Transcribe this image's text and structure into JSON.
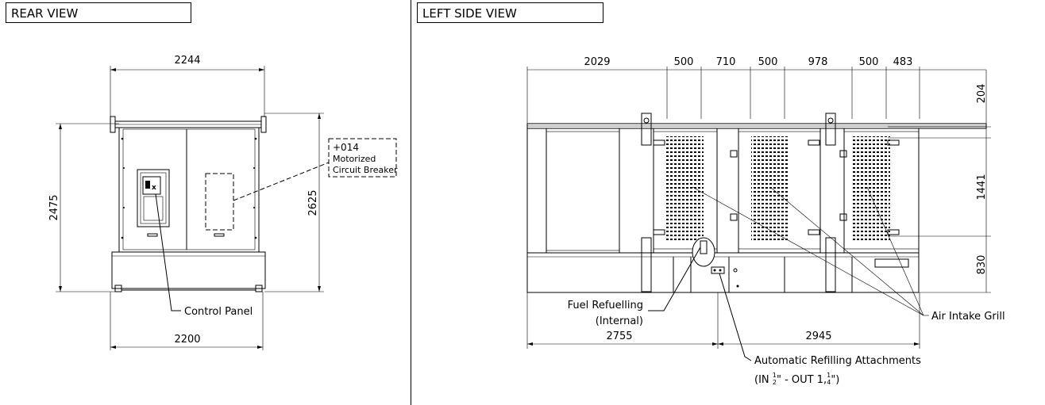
{
  "rear_view": {
    "title": "REAR VIEW",
    "dims": {
      "top_width": "2244",
      "bottom_width": "2200",
      "left_height": "2475",
      "right_height": "2625"
    },
    "callouts": {
      "breaker": {
        "code": "+014",
        "line1": "Motorized",
        "line2": "Circuit Breaker"
      },
      "control_panel": "Control Panel"
    }
  },
  "side_view": {
    "title": "LEFT SIDE VIEW",
    "top_dims": [
      "2029",
      "500",
      "710",
      "500",
      "978",
      "500",
      "483"
    ],
    "right_dims": [
      "204",
      "1441",
      "830"
    ],
    "bottom_dims": [
      "2755",
      "2945"
    ],
    "callouts": {
      "fuel_line1": "Fuel Refuelling",
      "fuel_line2": "(Internal)",
      "air_intake": "Air Intake Grill",
      "auto_line1": "Automatic Refilling Attachments",
      "auto_in": "(IN ",
      "auto_mid": "\" - OUT 1,",
      "auto_end": "\")",
      "frac_half_num": "1",
      "frac_half_den": "2",
      "frac_quarter_num": "1",
      "frac_quarter_den": "4"
    }
  }
}
